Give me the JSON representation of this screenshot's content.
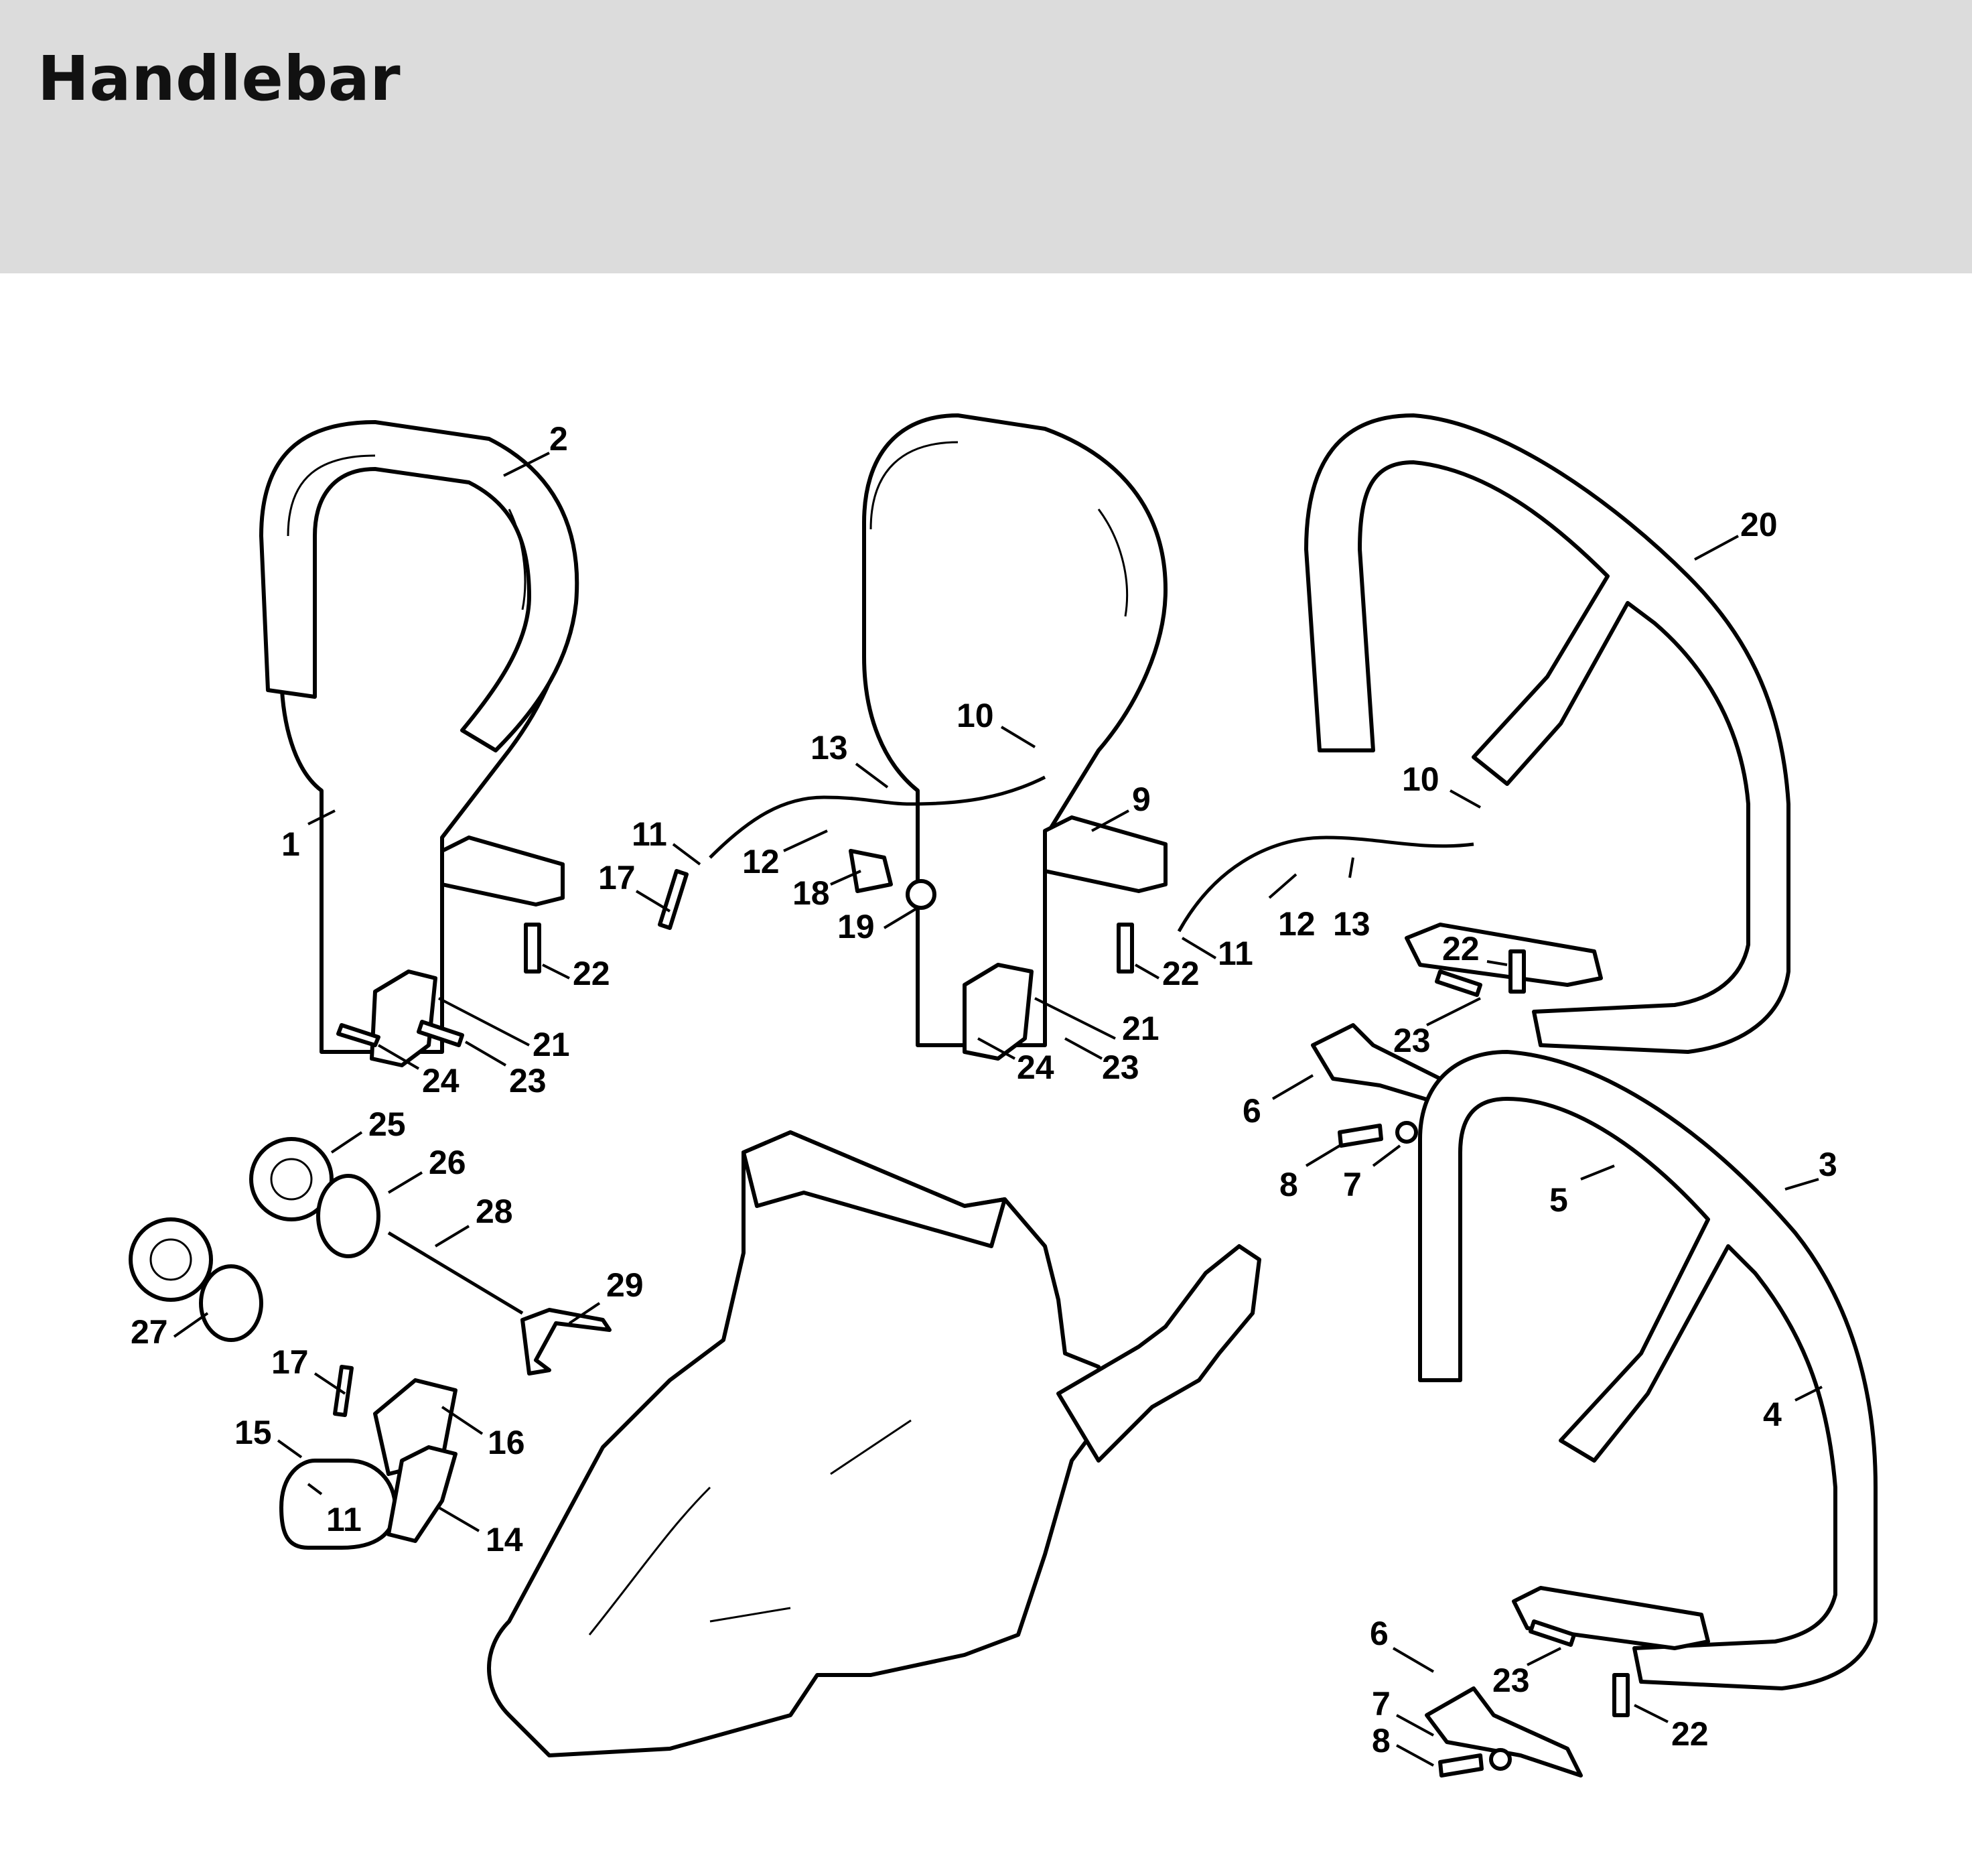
{
  "header": {
    "title": "Handlebar"
  },
  "callouts": [
    {
      "label": "2"
    },
    {
      "label": "1"
    },
    {
      "label": "22"
    },
    {
      "label": "21"
    },
    {
      "label": "24"
    },
    {
      "label": "23"
    },
    {
      "label": "13"
    },
    {
      "label": "11"
    },
    {
      "label": "17"
    },
    {
      "label": "12"
    },
    {
      "label": "18"
    },
    {
      "label": "19"
    },
    {
      "label": "10"
    },
    {
      "label": "9"
    },
    {
      "label": "22"
    },
    {
      "label": "21"
    },
    {
      "label": "24"
    },
    {
      "label": "23"
    },
    {
      "label": "20"
    },
    {
      "label": "10"
    },
    {
      "label": "12"
    },
    {
      "label": "13"
    },
    {
      "label": "11"
    },
    {
      "label": "22"
    },
    {
      "label": "23"
    },
    {
      "label": "6"
    },
    {
      "label": "8"
    },
    {
      "label": "7"
    },
    {
      "label": "25"
    },
    {
      "label": "26"
    },
    {
      "label": "28"
    },
    {
      "label": "27"
    },
    {
      "label": "29"
    },
    {
      "label": "17"
    },
    {
      "label": "16"
    },
    {
      "label": "15"
    },
    {
      "label": "11"
    },
    {
      "label": "14"
    },
    {
      "label": "3"
    },
    {
      "label": "5"
    },
    {
      "label": "4"
    },
    {
      "label": "6"
    },
    {
      "label": "23"
    },
    {
      "label": "7"
    },
    {
      "label": "8"
    },
    {
      "label": "22"
    }
  ]
}
